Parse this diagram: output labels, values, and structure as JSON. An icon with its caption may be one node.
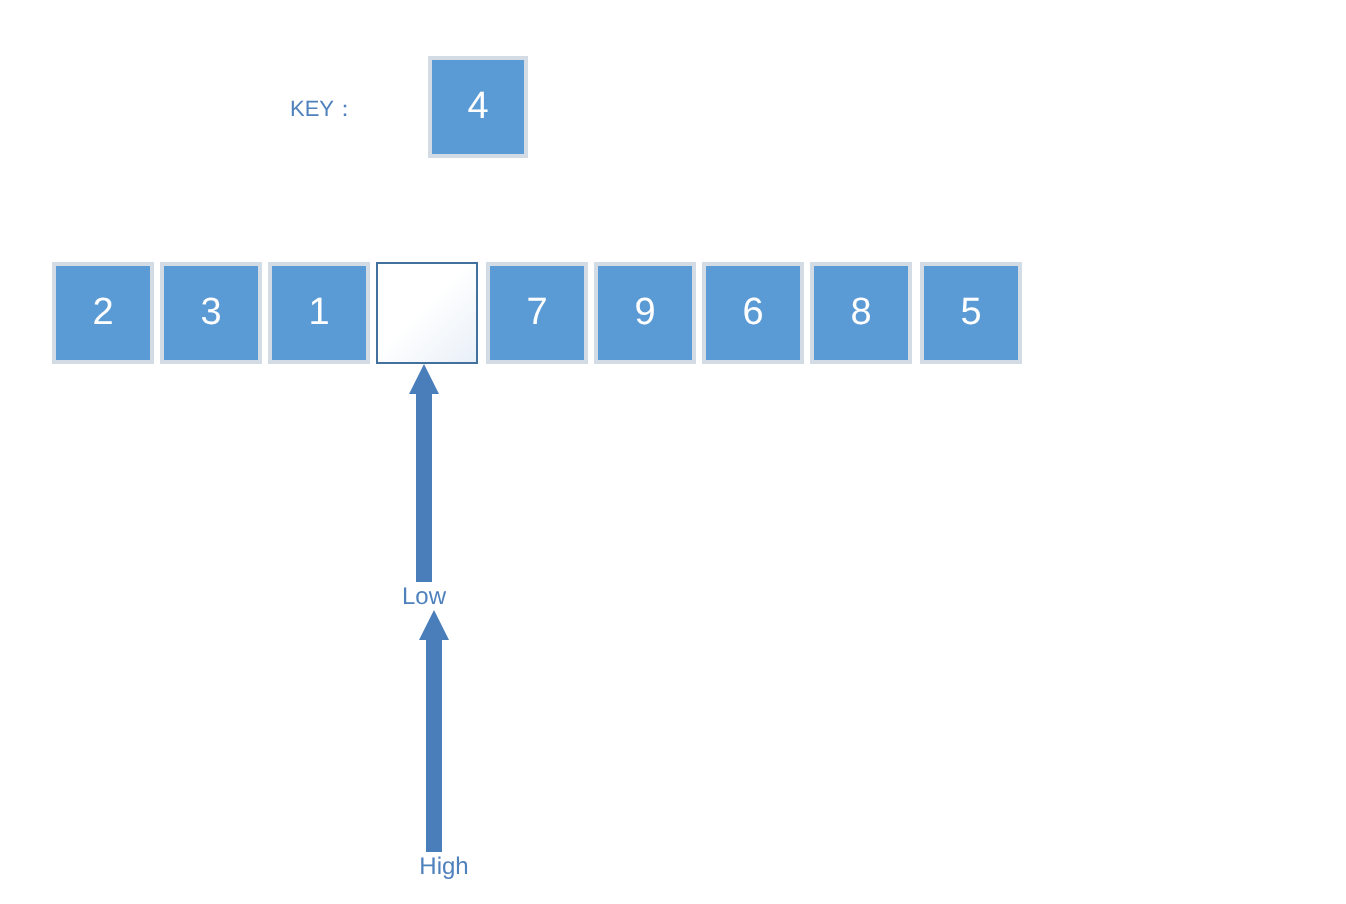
{
  "diagram": {
    "nodes": [
      {
        "text": [
          "4"
        ],
        "beside": [
          "KEY："
        ]
      },
      {
        "text": [
          "2"
        ]
      },
      {
        "text": [
          "3"
        ]
      },
      {
        "text": [
          "1"
        ]
      },
      {
        "text": [],
        "shape": "box"
      },
      {
        "text": [
          "7"
        ]
      },
      {
        "text": [
          "9"
        ]
      },
      {
        "text": [
          "6"
        ]
      },
      {
        "text": [
          "8"
        ]
      },
      {
        "text": [
          "5"
        ]
      },
      {
        "text": [
          "Low"
        ]
      },
      {
        "text": [
          "High"
        ]
      }
    ],
    "edges": [
      {
        "from": 10,
        "to": 4,
        "arrow": "to"
      },
      {
        "from": 11,
        "to": 10,
        "arrow": "to"
      }
    ]
  }
}
